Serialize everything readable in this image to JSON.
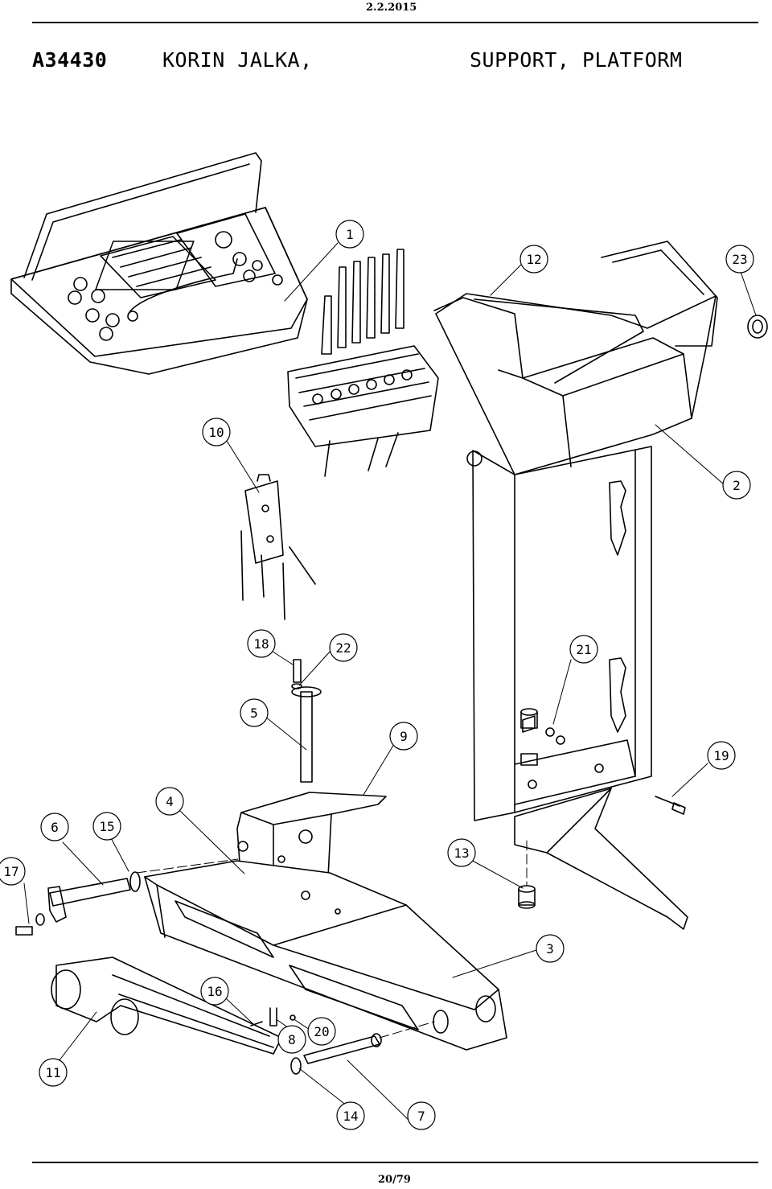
{
  "header": {
    "date": "2.2.2015"
  },
  "title": {
    "code": "A34430",
    "name_fi": "KORIN JALKA,",
    "name_en": "SUPPORT, PLATFORM"
  },
  "footer": {
    "page": "20/79"
  },
  "callouts": [
    "1",
    "2",
    "3",
    "4",
    "5",
    "6",
    "7",
    "8",
    "9",
    "10",
    "11",
    "12",
    "13",
    "14",
    "15",
    "16",
    "17",
    "18",
    "19",
    "20",
    "21",
    "22",
    "23"
  ]
}
